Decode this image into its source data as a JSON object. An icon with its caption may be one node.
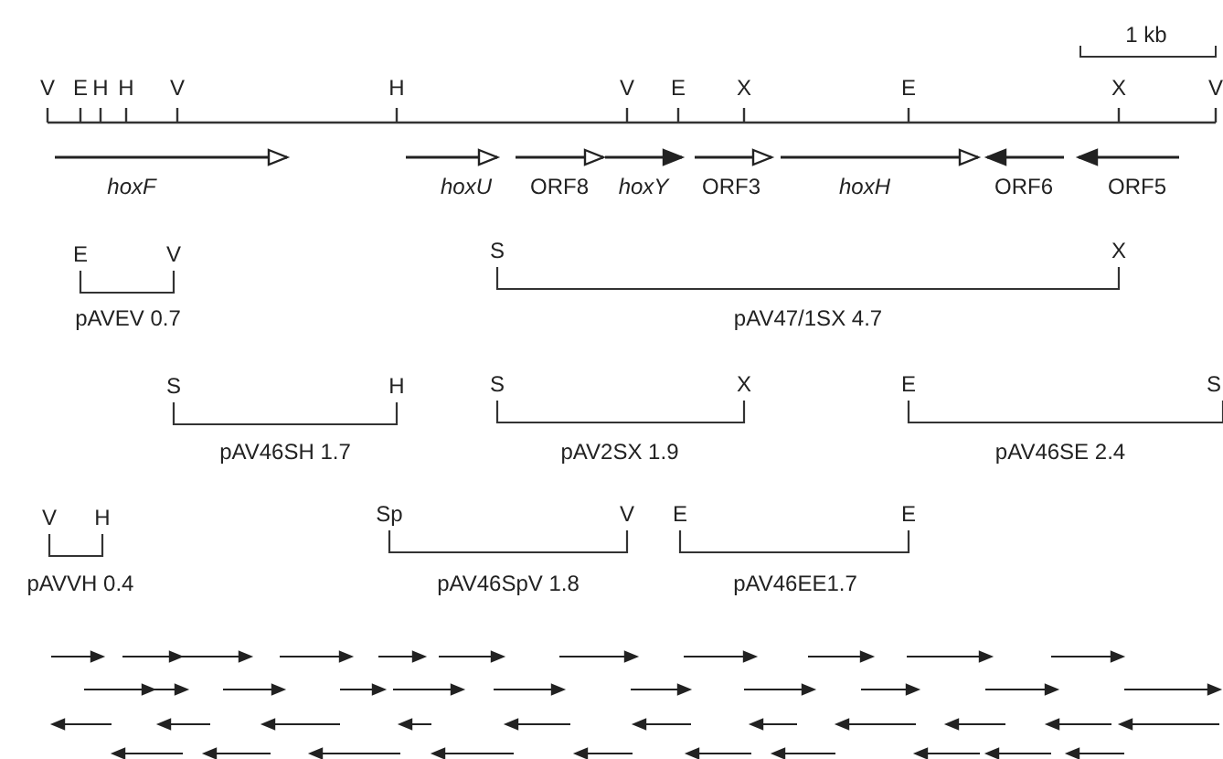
{
  "diagram": {
    "labels": [
      "1 kb",
      "V",
      "E",
      "H",
      "H",
      "V",
      "H",
      "V",
      "E",
      "X",
      "E",
      "X",
      "V",
      "hoxF",
      "hoxU",
      "ORF8",
      "hoxY",
      "ORF3",
      "hoxH",
      "ORF6",
      "ORF5",
      "E",
      "V",
      "pAVEV 0.7",
      "S",
      "X",
      "pAV47/1SX 4.7",
      "S",
      "H",
      "pAV46SH 1.7",
      "S",
      "X",
      "pAV2SX 1.9",
      "E",
      "S",
      "pAV46SE 2.4",
      "V",
      "H",
      "pAVVH 0.4",
      "Sp",
      "V",
      "pAV46SpV 1.8",
      "E",
      "E",
      "pAV46EE1.7"
    ]
  }
}
